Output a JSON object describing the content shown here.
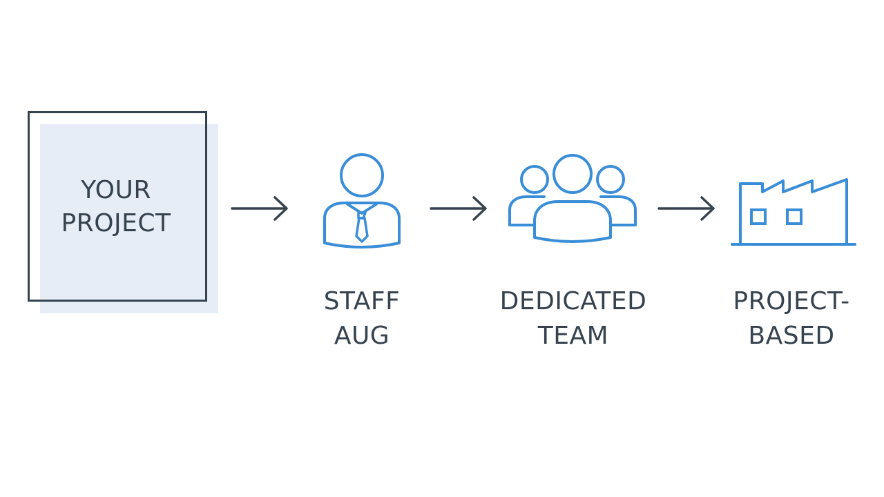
{
  "colors": {
    "dark": "#36434f",
    "accent": "#3a8ed8",
    "shadow": "#e6edf7"
  },
  "project": {
    "label": "YOUR\nPROJECT"
  },
  "steps": [
    {
      "icon": "person-with-tie-icon",
      "label": "STAFF\nAUG"
    },
    {
      "icon": "group-of-people-icon",
      "label": "DEDICATED\nTEAM"
    },
    {
      "icon": "factory-icon",
      "label": "PROJECT-\nBASED"
    }
  ]
}
